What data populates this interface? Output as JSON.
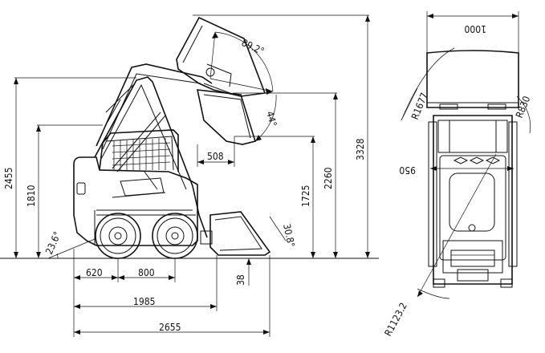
{
  "dimensions": {
    "height_2455": "2455",
    "height_1810": "1810",
    "angle_23_6": "23.6°",
    "length_620": "620",
    "wheelbase_800": "800",
    "length_1985": "1985",
    "length_2655": "2655",
    "ground_clearance_38": "38",
    "angle_30_8": "30.8°",
    "height_1725": "1725",
    "height_2260": "2260",
    "height_3328": "3328",
    "reach_508": "508",
    "angle_44": "44°",
    "angle_89_2": "89.2°",
    "width_1000": "1000",
    "width_950": "950",
    "radius_1677": "R1677",
    "radius_830": "R830",
    "radius_1123_2": "R1123.2"
  },
  "colors": {
    "line": "#111111",
    "background": "#ffffff"
  }
}
